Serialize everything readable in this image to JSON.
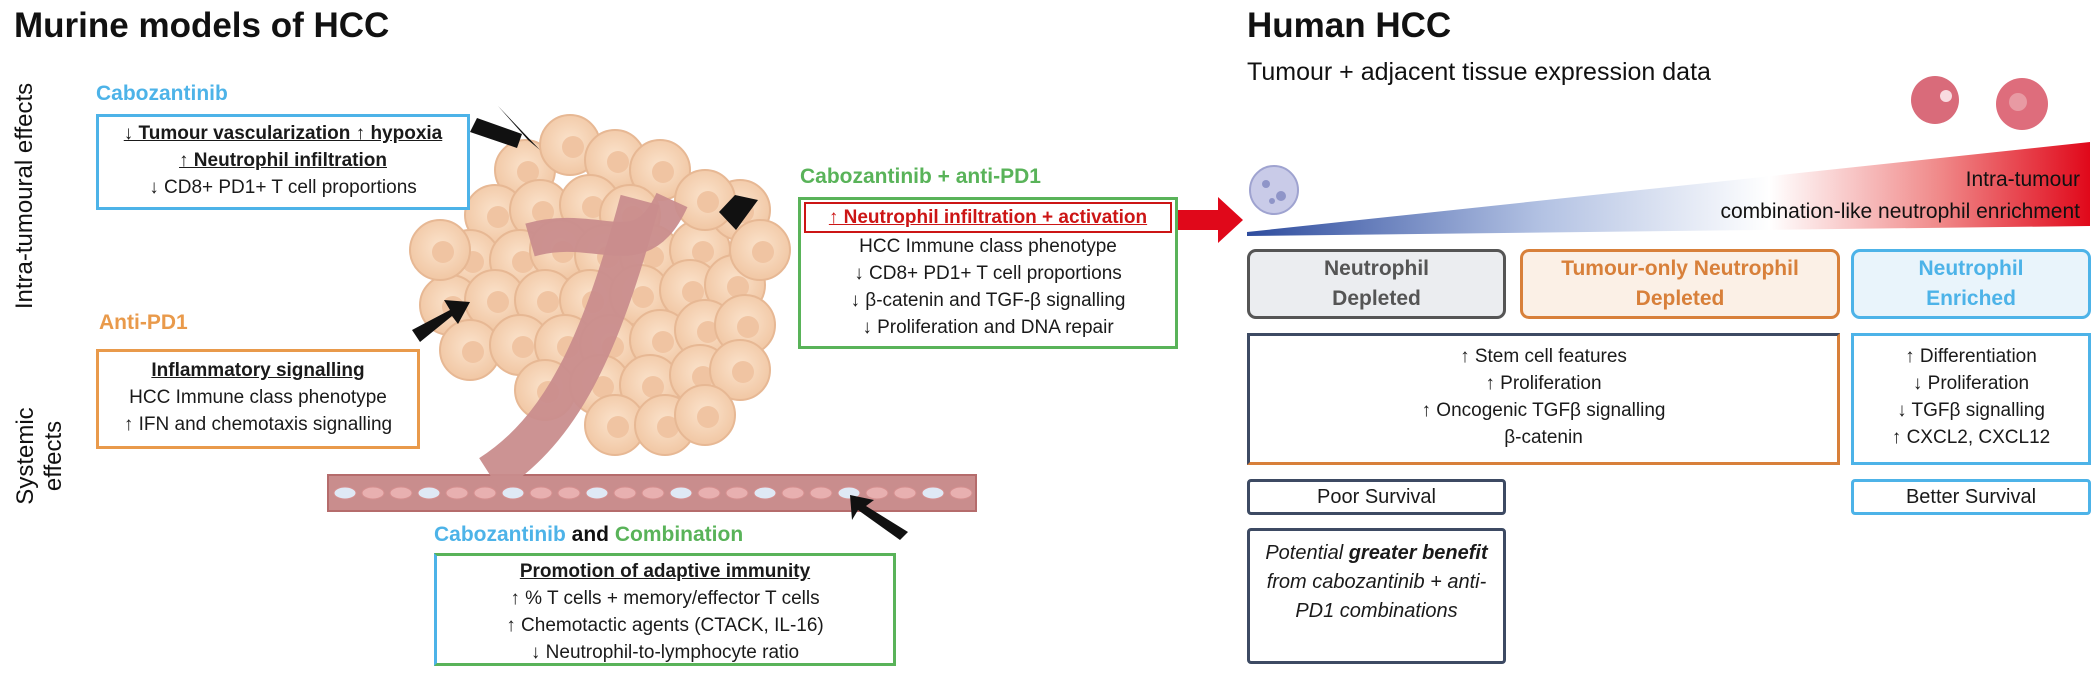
{
  "left": {
    "title": "Murine models of HCC",
    "intra_label": "Intra-tumoural effects",
    "systemic_label_1": "Systemic",
    "systemic_label_2": "effects",
    "cabozantinib": {
      "header": "Cabozantinib",
      "line1": "↓ Tumour vascularization ↑ hypoxia",
      "line2": "↑ Neutrophil infiltration",
      "line3": "↓ CD8+ PD1+ T cell proportions"
    },
    "anti_pd1": {
      "header": "Anti-PD1",
      "line1": "Inflammatory signalling",
      "line2": "HCC Immune class phenotype",
      "line3": "↑ IFN and chemotaxis signalling"
    },
    "combo": {
      "header": "Cabozantinib + anti-PD1",
      "line1": "↑ Neutrophil infiltration + activation",
      "line2": "HCC Immune class phenotype",
      "line3": "↓ CD8+ PD1+ T cell proportions",
      "line4": "↓ β-catenin and TGF-β signalling",
      "line5": "↓ Proliferation and DNA repair"
    },
    "systemic": {
      "header_a": "Cabozantinib",
      "header_and": " and ",
      "header_b": "Combination",
      "line1": "Promotion of adaptive immunity",
      "line2": "↑  % T cells + memory/effector T cells",
      "line3": "↑ Chemotactic agents (CTACK, IL-16)",
      "line4": "↓ Neutrophil-to-lymphocyte ratio"
    }
  },
  "right": {
    "title": "Human HCC",
    "subtitle": "Tumour + adjacent tissue expression data",
    "gradient_line1": "Intra-tumour",
    "gradient_line2": "combination-like neutrophil enrichment",
    "categories": [
      {
        "line1": "Neutrophil",
        "line2": "Depleted"
      },
      {
        "line1": "Tumour-only Neutrophil",
        "line2": "Depleted"
      },
      {
        "line1": "Neutrophil",
        "line2": "Enriched"
      }
    ],
    "depleted_features": [
      "↑ Stem cell features",
      "↑ Proliferation",
      "↑ Oncogenic TGFβ signalling",
      "β-catenin"
    ],
    "enriched_features": [
      "↑ Differentiation",
      "↓ Proliferation",
      "↓ TGFβ signalling",
      "↑ CXCL2, CXCL12"
    ],
    "poor_survival": "Poor Survival",
    "better_survival": "Better Survival",
    "benefit": {
      "p1": "Potential ",
      "p2": "greater benefit",
      "p3": " from cabozantinib + anti-PD1 combinations"
    }
  },
  "colors": {
    "cyan": "#4db3e8",
    "orange": "#e99a4b",
    "green": "#59b359",
    "red": "#cc1515",
    "navy": "#3d4a63",
    "gradient_start": "#2e4c9e",
    "gradient_end": "#e0081a"
  },
  "icons": [
    "arrow-icon",
    "tumour-cells-illustration",
    "blood-vessel-illustration",
    "neutrophil-icon",
    "tumour-cell-icon"
  ]
}
